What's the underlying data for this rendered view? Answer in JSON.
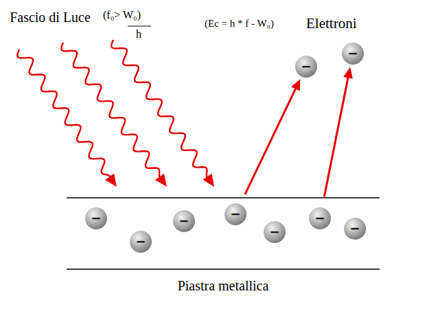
{
  "diagram": {
    "nodes": [
      {
        "text": [
          "−"
        ]
      },
      {
        "text": [
          "−"
        ]
      },
      {
        "text": [
          "−"
        ]
      },
      {
        "text": [
          "−"
        ]
      },
      {
        "text": [
          "−"
        ]
      },
      {
        "text": [
          "−"
        ]
      },
      {
        "text": [
          "−"
        ]
      },
      {
        "text": [
          "−"
        ]
      },
      {
        "text": [
          "−"
        ]
      }
    ],
    "edges": [
      {
        "from": 5,
        "to": 0,
        "arrow": "to"
      },
      {
        "from": 7,
        "to": 1,
        "arrow": "to"
      }
    ],
    "labels": [
      "Fascio di Luce",
      "(f₀> W₀)",
      "h",
      "(Ec = h * f - W₀)",
      "Elettroni",
      "Piastra metallica"
    ]
  }
}
